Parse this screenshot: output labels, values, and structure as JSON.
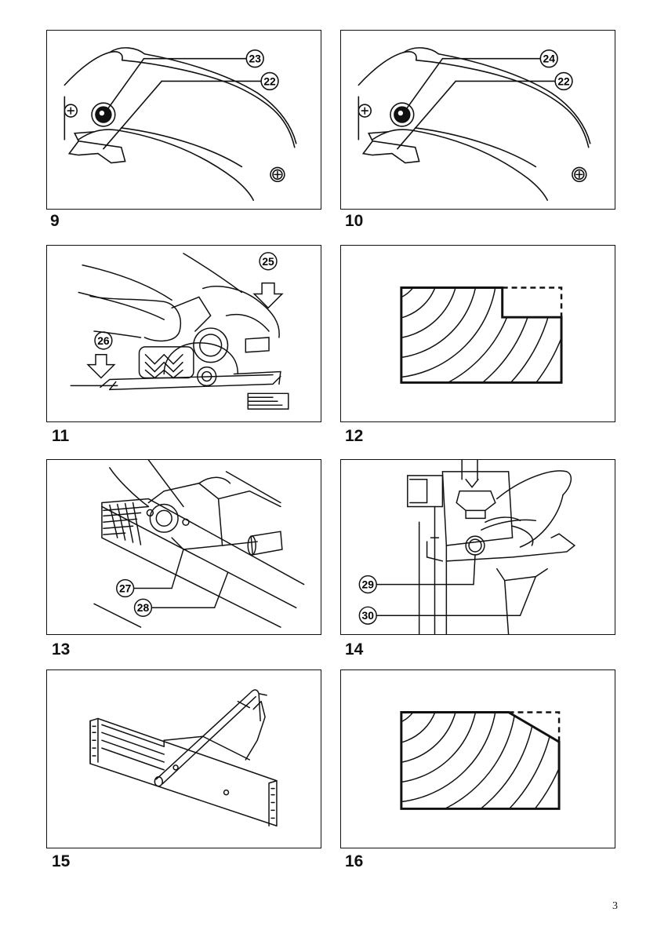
{
  "figures": [
    {
      "number": "9",
      "callouts": [
        "23",
        "22"
      ]
    },
    {
      "number": "10",
      "callouts": [
        "24",
        "22"
      ]
    },
    {
      "number": "11",
      "callouts": [
        "25",
        "26"
      ]
    },
    {
      "number": "12",
      "callouts": []
    },
    {
      "number": "13",
      "callouts": [
        "27",
        "28"
      ]
    },
    {
      "number": "14",
      "callouts": [
        "29",
        "30"
      ]
    },
    {
      "number": "15",
      "callouts": []
    },
    {
      "number": "16",
      "callouts": []
    }
  ],
  "page_number": "3"
}
